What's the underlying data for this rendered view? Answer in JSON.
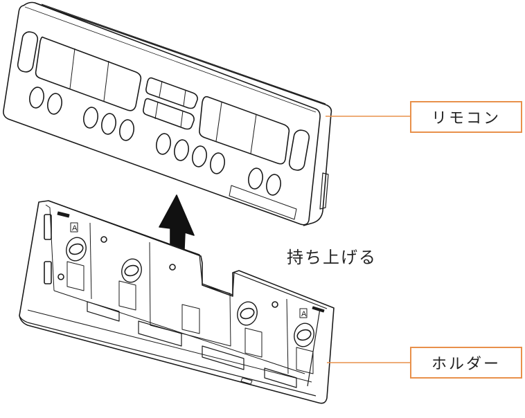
{
  "callouts": {
    "remote_label": "リモコン",
    "holder_label": "ホルダー"
  },
  "instruction": {
    "action_text": "持ち上げる"
  },
  "holder_markings": {
    "left_mark": "A",
    "right_mark": "A"
  },
  "colors": {
    "callout_border": "#e8904a",
    "leader_line": "#e8904a",
    "line_art": "#1a1a1a",
    "arrow": "#111111"
  }
}
